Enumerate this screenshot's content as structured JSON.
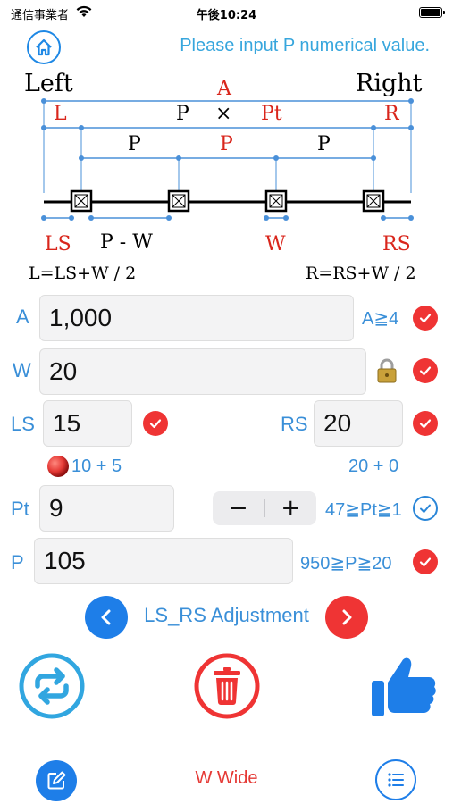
{
  "status": {
    "carrier": "通信事業者",
    "time": "午後10:24"
  },
  "header": {
    "prompt": "Please input P numerical value."
  },
  "diagram": {
    "left_label": "Left",
    "right_label": "Right",
    "a_label": "A",
    "l_label": "L",
    "r_label": "R",
    "p_times_pt": "P",
    "times": "×",
    "pt_label": "Pt",
    "p_labels": [
      "P",
      "P",
      "P"
    ],
    "ls_label": "LS",
    "p_minus_w": "P - W",
    "w_label": "W",
    "rs_label": "RS",
    "l_formula": "L=LS+W / 2",
    "r_formula": "R=RS+W / 2"
  },
  "form": {
    "a": {
      "label": "A",
      "value": "1,000",
      "hint": "A≧4"
    },
    "w": {
      "label": "W",
      "value": "20"
    },
    "ls": {
      "label": "LS",
      "value": "15",
      "sub": "10 + 5"
    },
    "rs": {
      "label": "RS",
      "value": "20",
      "sub": "20 + 0"
    },
    "pt": {
      "label": "Pt",
      "value": "9",
      "hint": "47≧Pt≧1",
      "minus": "−",
      "plus": "+"
    },
    "p": {
      "label": "P",
      "value": "105",
      "hint": "950≧P≧20"
    }
  },
  "adjust": {
    "label": "LS_RS Adjustment"
  },
  "footer": {
    "label": "W Wide"
  },
  "colors": {
    "blue": "#1e88e5",
    "light_blue": "#37a6dd",
    "red": "#ef3434",
    "diagram_red": "#d9261c",
    "line_blue": "#4a90d9"
  }
}
